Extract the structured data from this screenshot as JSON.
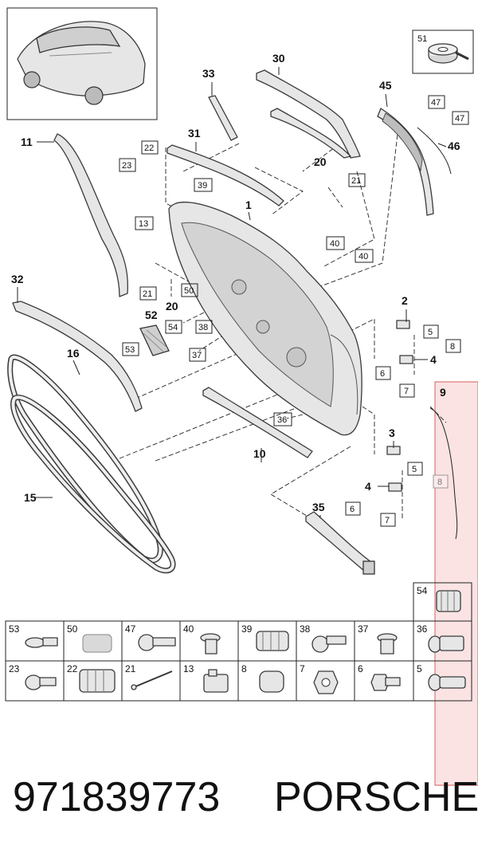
{
  "callouts": {
    "c1": "1",
    "c2": "2",
    "c3": "3",
    "c4a": "4",
    "c4b": "4",
    "c9": "9",
    "c10": "10",
    "c11": "11",
    "c15": "15",
    "c16": "16",
    "c20a": "20",
    "c20b": "20",
    "c30": "30",
    "c31": "31",
    "c32": "32",
    "c33": "33",
    "c35": "35",
    "c45": "45",
    "c46": "46",
    "c52": "52"
  },
  "boxes": {
    "b51": "51",
    "b22": "22",
    "b23": "23",
    "b39": "39",
    "b13": "13",
    "b21a": "21",
    "b21b": "21",
    "b50": "50",
    "b54": "54",
    "b38": "38",
    "b37": "37",
    "b53": "53",
    "b40a": "40",
    "b40b": "40",
    "b47a": "47",
    "b47b": "47",
    "b5a": "5",
    "b8a": "8",
    "b6a": "6",
    "b7a": "7",
    "b36": "36",
    "b5b": "5",
    "b8b": "8",
    "b6b": "6",
    "b7b": "7"
  },
  "table": {
    "corner": "54",
    "row1": [
      "53",
      "50",
      "47",
      "40",
      "39",
      "38",
      "37",
      "36"
    ],
    "row2": [
      "23",
      "22",
      "21",
      "13",
      "8",
      "7",
      "6",
      "5"
    ]
  },
  "footer": {
    "part_number": "971839773",
    "brand": "PORSCHE"
  },
  "colors": {
    "highlight_fill": "#fbe3e3",
    "highlight_stroke": "#d95c5c",
    "line": "#222222",
    "part_fill": "#e6e6e6"
  }
}
